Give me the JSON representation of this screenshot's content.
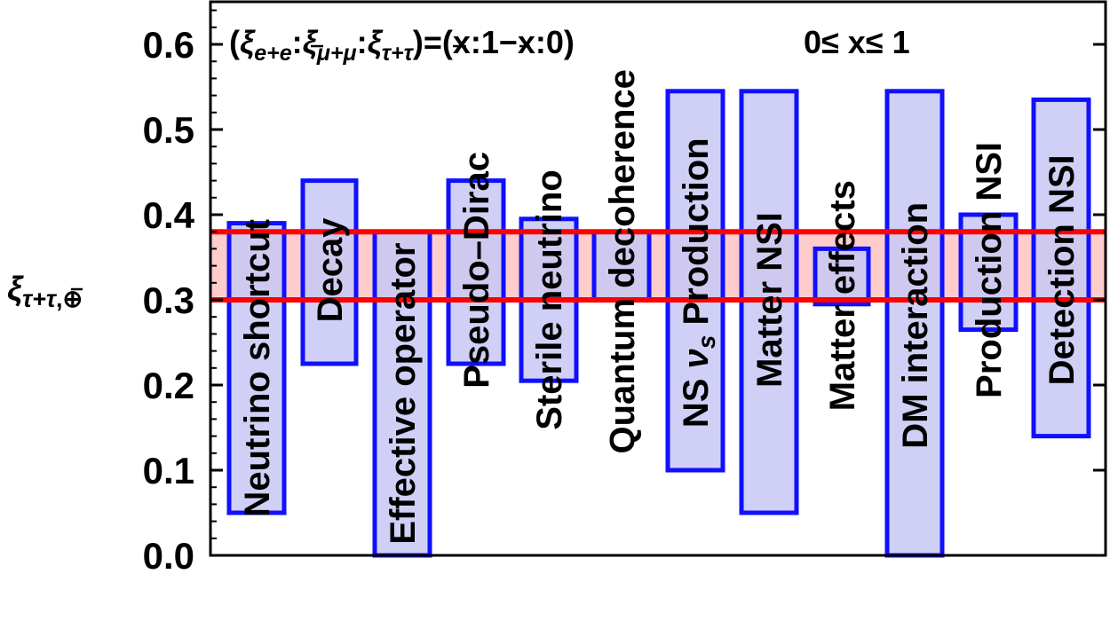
{
  "chart_data": {
    "type": "bar",
    "title_parts": {
      "open": "(",
      "xi": "ξ",
      "e_sub": "e+",
      "e_bar": "e",
      "mu_sub": "μ+",
      "mu_bar": "μ",
      "tau_sub": "τ+",
      "tau_bar": "τ",
      "colon": ":",
      "ratio": ")=(x:1−x:0)",
      "range": "0≤ x≤ 1"
    },
    "ylabel_parts": {
      "xi": "ξ",
      "sub": "τ+",
      "bar": "τ",
      "suffix": ",⊕"
    },
    "ylim": [
      0,
      0.65
    ],
    "yticks": [
      "0.0",
      "0.1",
      "0.2",
      "0.3",
      "0.4",
      "0.5",
      "0.6"
    ],
    "reference_band": {
      "low": 0.3,
      "high": 0.38,
      "line_color": "#ff0000",
      "fill_color": "#ffcccc"
    },
    "bar_fill": "#c8c8f5",
    "bar_stroke": "#1010ff",
    "categories": [
      "Neutrino shortcut",
      "Decay",
      "Effective operator",
      "Pseudo–Dirac",
      "Sterile neutrino",
      "Quantum decoherence",
      "NS ν_s Production",
      "Matter NSI",
      "Matter effects",
      "DM interaction",
      "Production NSI",
      "Detection NSI"
    ],
    "ranges": [
      {
        "name": "Neutrino shortcut",
        "low": 0.05,
        "high": 0.39
      },
      {
        "name": "Decay",
        "low": 0.225,
        "high": 0.44
      },
      {
        "name": "Effective operator",
        "low": 0.0,
        "high": 0.38
      },
      {
        "name": "Pseudo–Dirac",
        "low": 0.225,
        "high": 0.44
      },
      {
        "name": "Sterile neutrino",
        "low": 0.205,
        "high": 0.395
      },
      {
        "name": "Quantum decoherence",
        "low": 0.3,
        "high": 0.38
      },
      {
        "name": "NS ν_s Production",
        "low": 0.1,
        "high": 0.545
      },
      {
        "name": "Matter NSI",
        "low": 0.05,
        "high": 0.545
      },
      {
        "name": "Matter effects",
        "low": 0.295,
        "high": 0.36
      },
      {
        "name": "DM interaction",
        "low": 0.0,
        "high": 0.545
      },
      {
        "name": "Production NSI",
        "low": 0.265,
        "high": 0.4
      },
      {
        "name": "Detection NSI",
        "low": 0.14,
        "high": 0.535
      }
    ],
    "label_parts_ns": {
      "pre": "NS ",
      "nu": "ν",
      "sub": "s",
      "post": " Production"
    }
  }
}
